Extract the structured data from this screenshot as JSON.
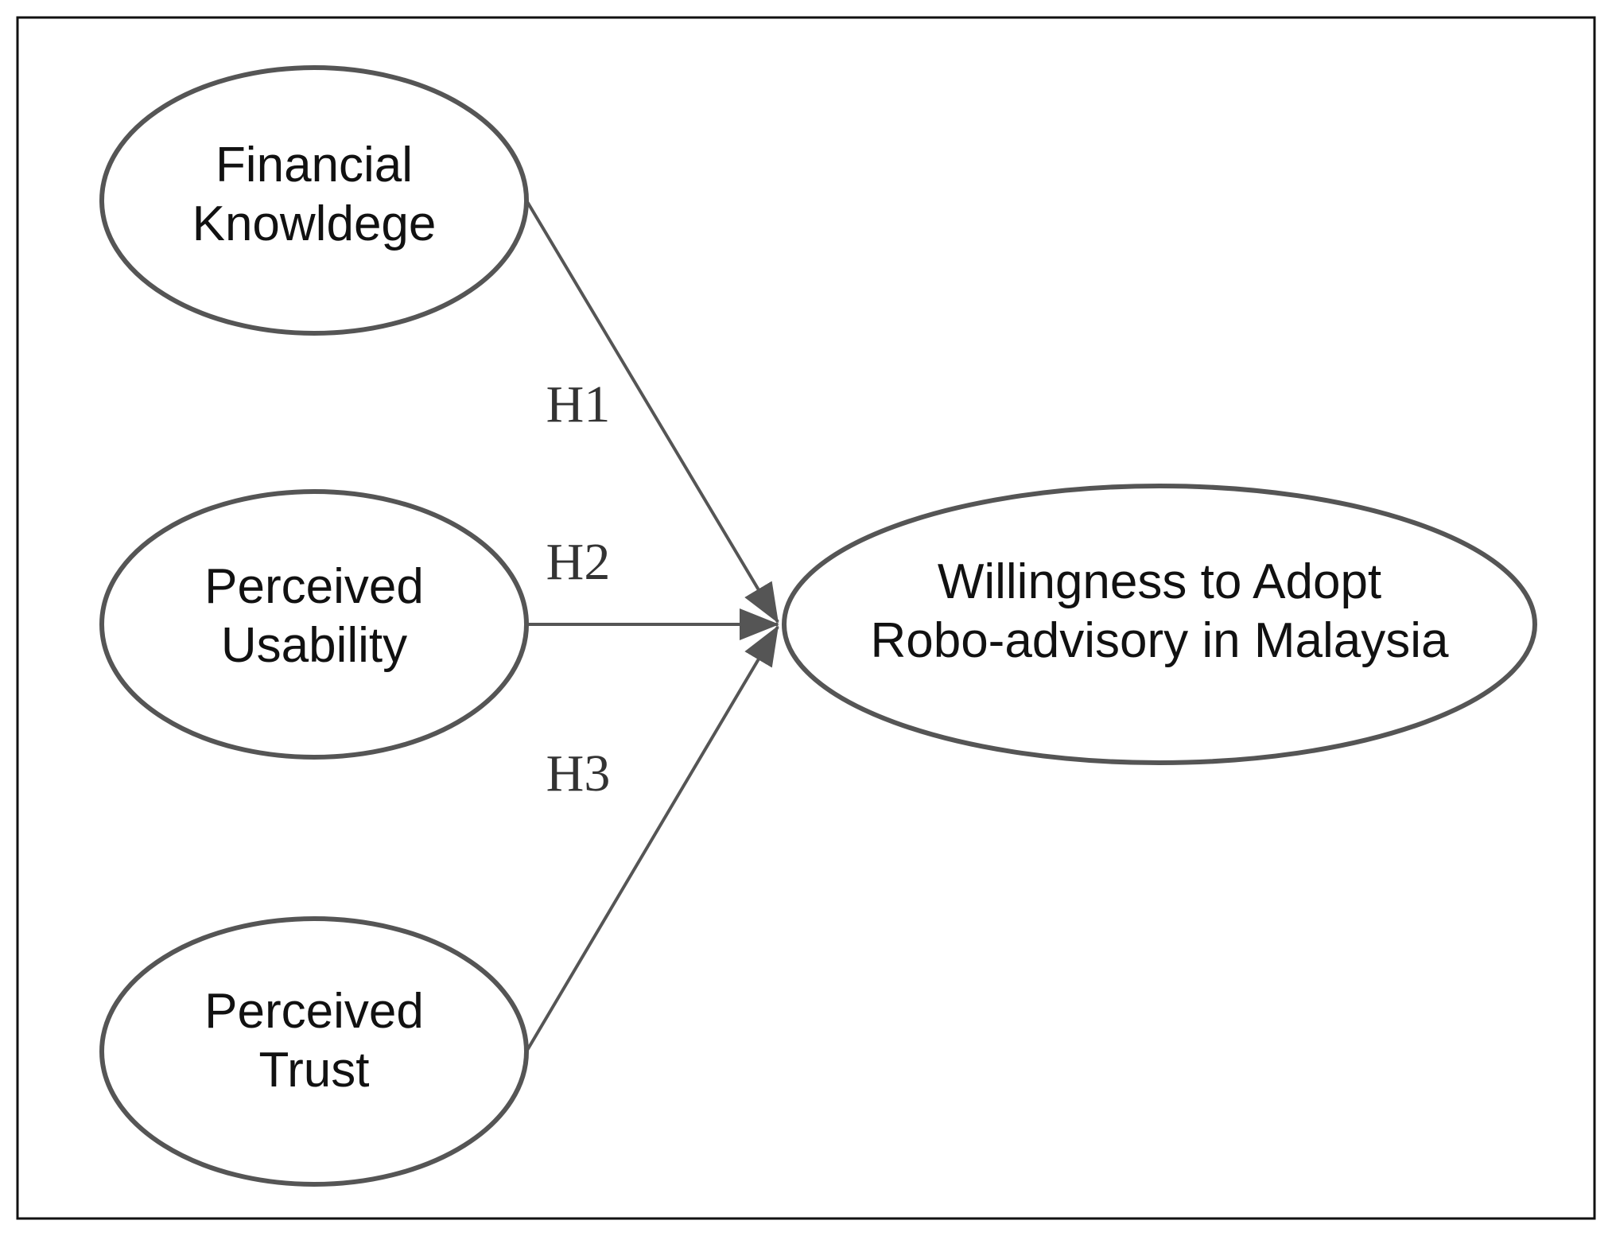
{
  "nodes": {
    "financial_knowledge": {
      "line1": "Financial",
      "line2": "Knowldege"
    },
    "perceived_usability": {
      "line1": "Perceived",
      "line2": "Usability"
    },
    "perceived_trust": {
      "line1": "Perceived",
      "line2": "Trust"
    },
    "willingness": {
      "line1": "Willingness to Adopt",
      "line2": "Robo-advisory in Malaysia"
    }
  },
  "edges": {
    "h1": {
      "label": "H1",
      "from": "financial_knowledge",
      "to": "willingness"
    },
    "h2": {
      "label": "H2",
      "from": "perceived_usability",
      "to": "willingness"
    },
    "h3": {
      "label": "H3",
      "from": "perceived_trust",
      "to": "willingness"
    }
  },
  "colors": {
    "stroke": "#555555",
    "text": "#111111",
    "frame": "#111111"
  }
}
